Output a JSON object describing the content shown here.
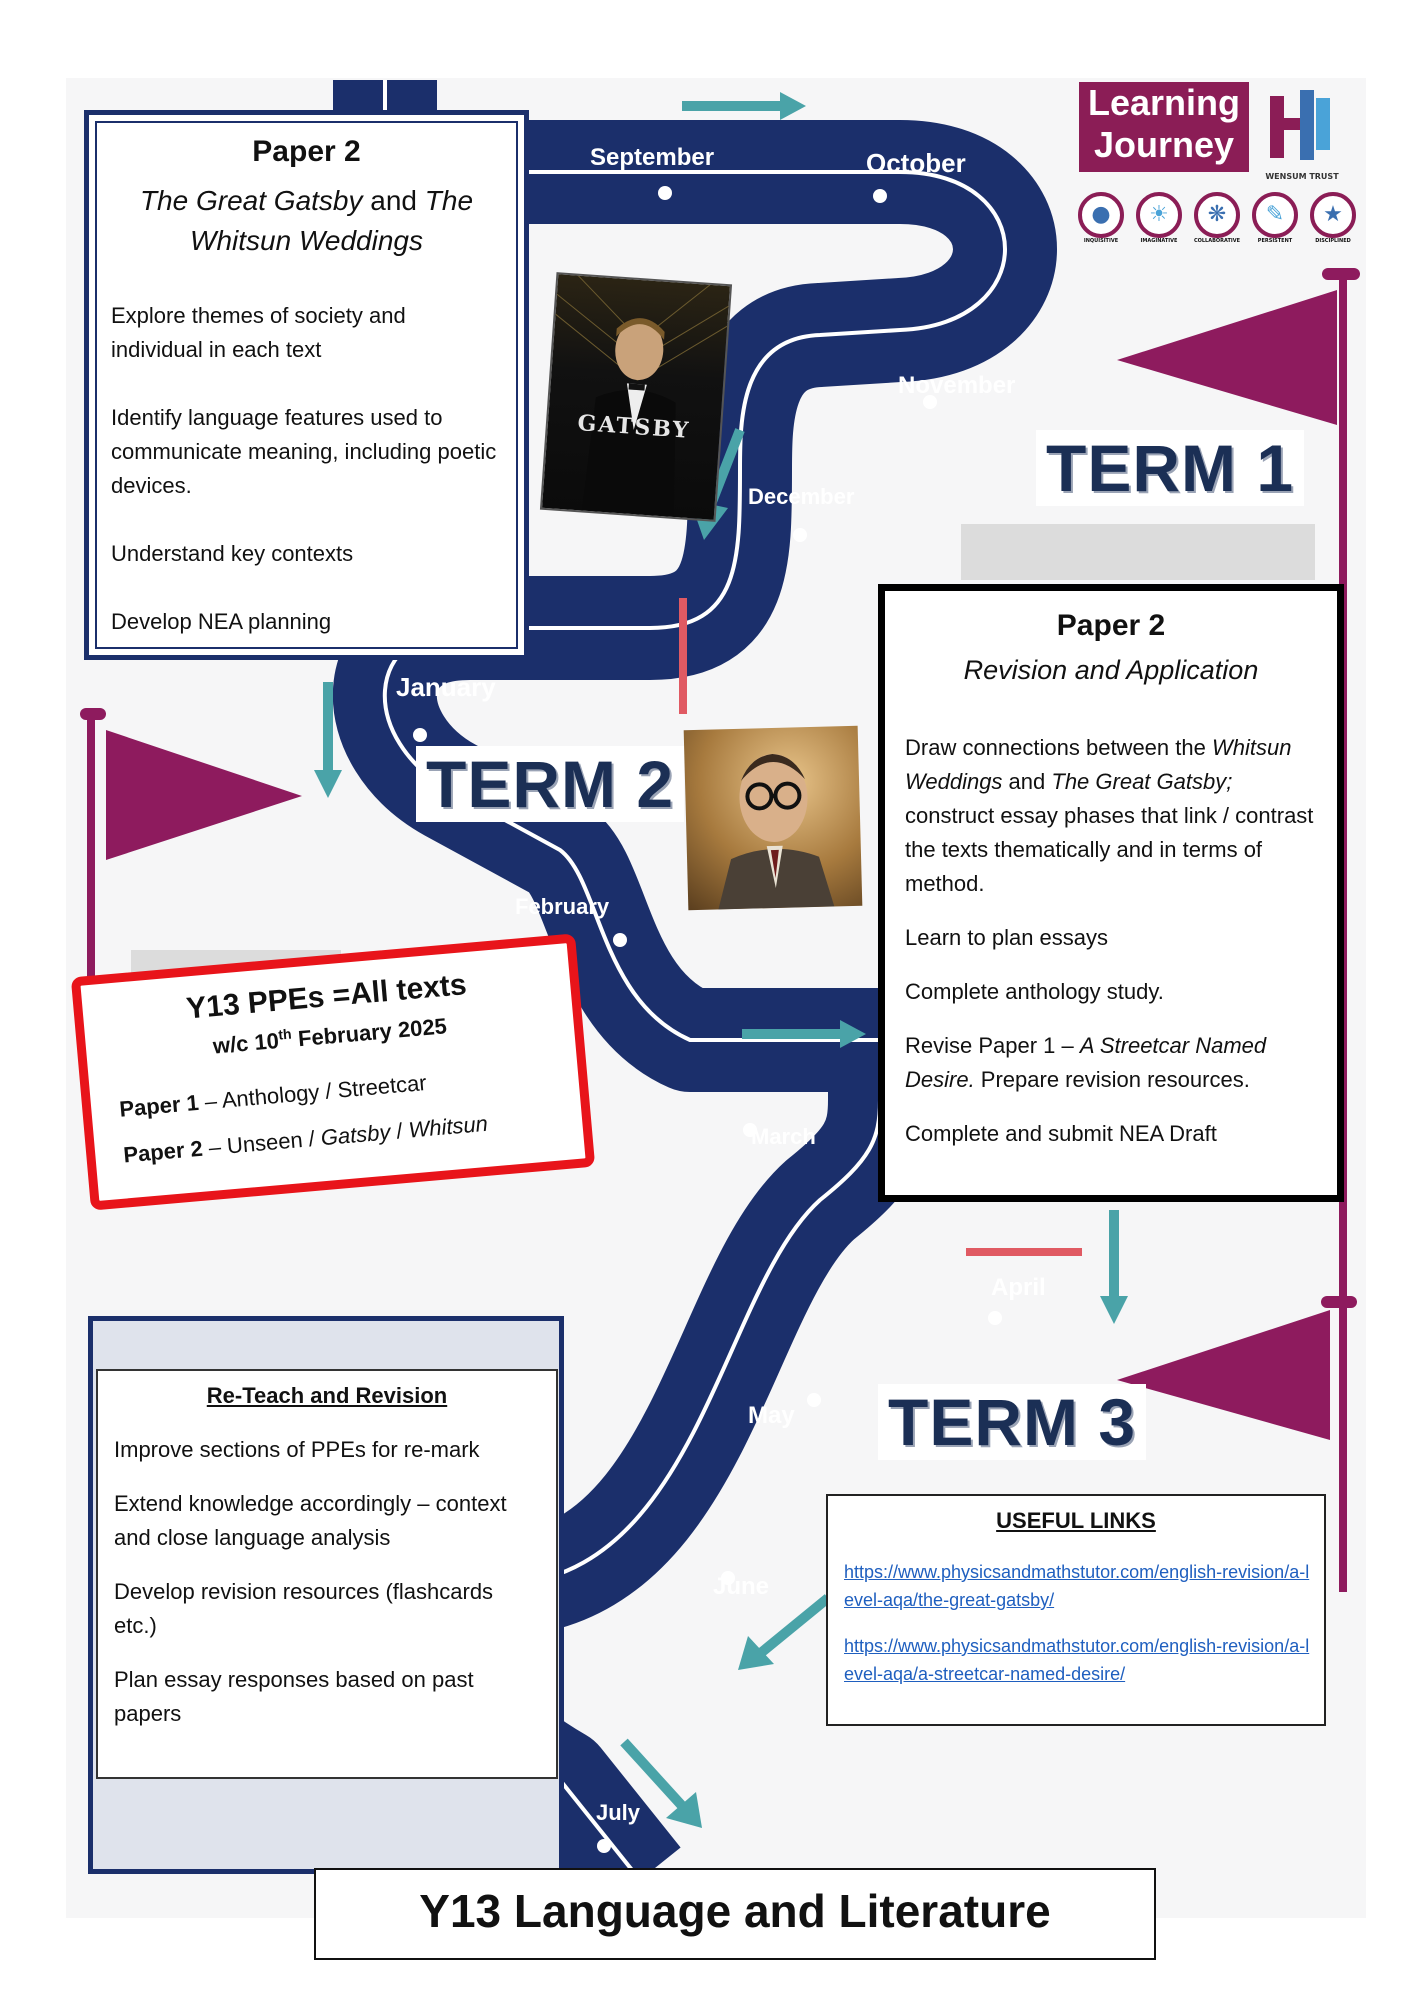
{
  "colors": {
    "road": "#1b2f6b",
    "arrow": "#4aa3a8",
    "flag": "#8e1b5e",
    "red_box": "#e8141a",
    "term_text": "#1b2f55",
    "link": "#1f5fbf"
  },
  "months": [
    "September",
    "October",
    "November",
    "December",
    "January",
    "February",
    "March",
    "April",
    "May",
    "June",
    "July"
  ],
  "terms": [
    "TERM 1",
    "TERM 2",
    "TERM 3"
  ],
  "logo": {
    "line1": "Learning",
    "line2": "Journey",
    "trust": "WENSUM TRUST",
    "values": [
      "INQUISITIVE",
      "IMAGINATIVE",
      "COLLABORATIVE",
      "PERSISTENT",
      "DISCIPLINED"
    ]
  },
  "paper2_gatsby": {
    "title": "Paper 2",
    "subtitle_a": "The Great Gatsby",
    "subtitle_and": " and ",
    "subtitle_b": "The Whitsun Weddings",
    "items": [
      "Explore themes of society and individual in each text",
      "Identify language features used to communicate meaning, including poetic devices.",
      "Understand key contexts",
      "Develop NEA planning"
    ]
  },
  "poster_image": {
    "text": "GATSBY",
    "icon": "gatsby-poster"
  },
  "portrait_image": {
    "icon": "poet-portrait"
  },
  "paper2_revision": {
    "title": "Paper 2",
    "subtitle": "Revision and Application",
    "item1_a": "Draw connections between the ",
    "item1_b": "Whitsun Weddings",
    "item1_c": " and ",
    "item1_d": "The Great Gatsby;",
    "item1_e": " construct essay phases that link / contrast the texts thematically and in terms of method.",
    "item2": "Learn to plan essays",
    "item3": "Complete anthology study.",
    "item4_a": "Revise Paper 1 – ",
    "item4_b": "A Streetcar Named Desire.",
    "item4_c": "  Prepare revision resources.",
    "item5": "Complete and submit NEA Draft"
  },
  "ppe": {
    "title": "Y13 PPEs =All texts",
    "date_a": "w/c 10",
    "date_sup": "th",
    "date_b": " February 2025",
    "p1_label": "Paper 1",
    "p1_text": " – Anthology / Streetcar",
    "p2_label": "Paper 2",
    "p2_a": " – Unseen / ",
    "p2_b": "Gatsby",
    "p2_c": " / ",
    "p2_d": "Whitsun"
  },
  "reteach": {
    "title": "Re-Teach and Revision",
    "items": [
      "Improve sections of PPEs for re-mark",
      "Extend knowledge accordingly – context and close language analysis",
      "Develop revision resources (flashcards etc.)",
      "Plan essay responses based on past papers"
    ]
  },
  "links": {
    "title": "USEFUL LINKS",
    "items": [
      "https://www.physicsandmathstutor.com/english-revision/a-level-aqa/the-great-gatsby/",
      "https://www.physicsandmathstutor.com/english-revision/a-level-aqa/a-streetcar-named-desire/"
    ]
  },
  "footer": {
    "title": "Y13 Language and Literature"
  }
}
